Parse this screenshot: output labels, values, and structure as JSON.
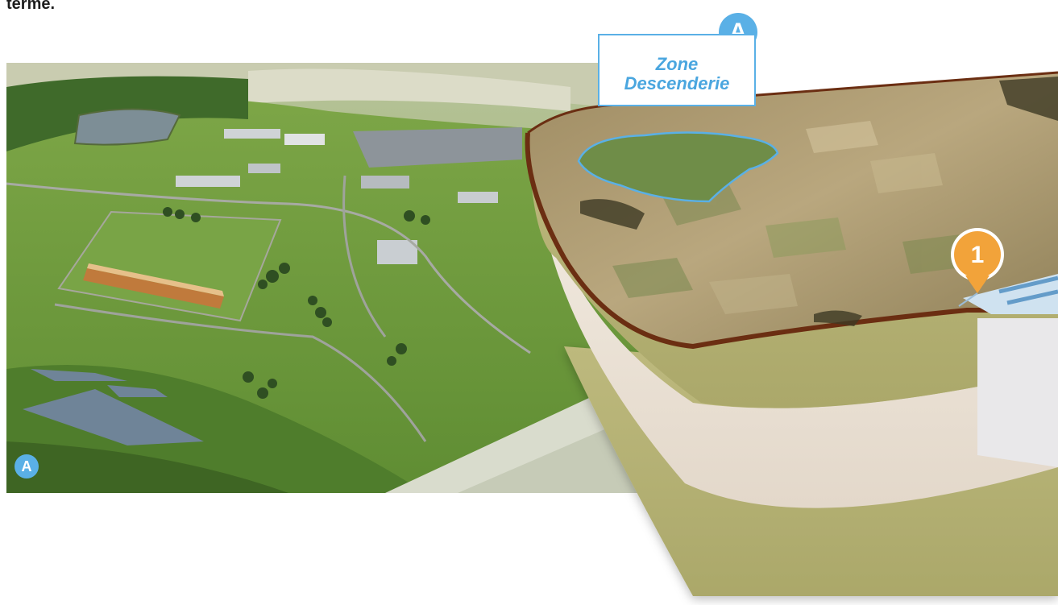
{
  "header": {
    "text": "terme."
  },
  "zone_label": {
    "line1": "Zone",
    "line2": "Descenderie"
  },
  "badges": {
    "zone_big": "A",
    "zone_small": "A",
    "marker": "1"
  },
  "colors": {
    "badge_blue": "#5ab0e6",
    "marker_orange": "#f2a33a",
    "grass_green": "#6f9a3c",
    "soil_top": "#7a3c1c",
    "layer_olive": "#b9b77a",
    "layer_cream": "#ece2d6"
  }
}
